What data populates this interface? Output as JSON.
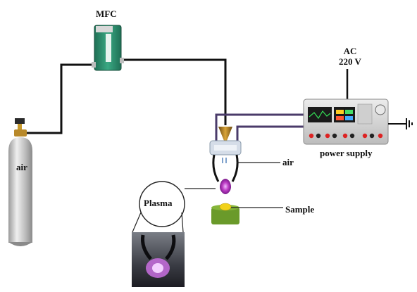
{
  "labels": {
    "mfc": "MFC",
    "ac": "AC",
    "voltage": "220 V",
    "air_cylinder": "air",
    "air_inlet": "air",
    "power_supply": "power supply",
    "plasma": "Plasma",
    "sample": "Sample"
  },
  "colors": {
    "cylinder": "#c8c8c8",
    "mfc_body": "#2d8f6f",
    "sample_base": "#6a9a2a",
    "sample_top": "#f2d21a",
    "plasma": "#c040c8",
    "power_supply_body": "#dcdcdc",
    "tube": "#111111",
    "wire": "#4a3b6a"
  }
}
